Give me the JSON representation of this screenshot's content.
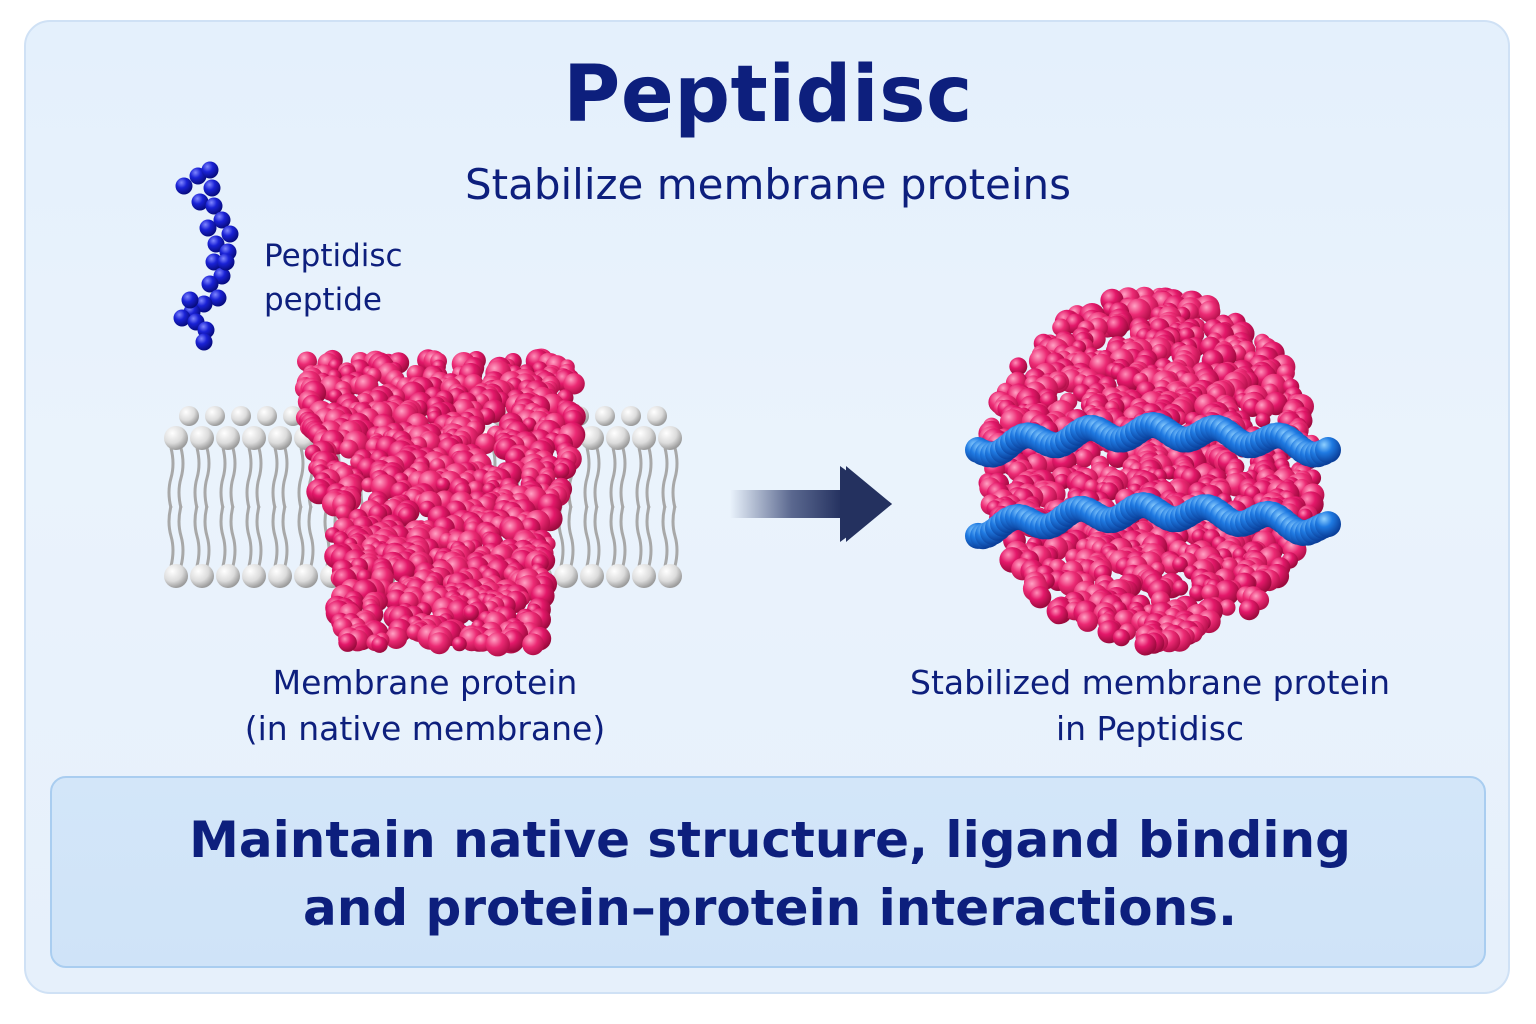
{
  "title": "Peptidisc",
  "subtitle": "Stabilize membrane proteins",
  "peptide_label": {
    "line1": "Peptidisc",
    "line2": "peptide"
  },
  "left_caption": {
    "line1": "Membrane protein",
    "line2": "(in native membrane)"
  },
  "right_caption": {
    "line1": "Stabilized membrane protein",
    "line2": "in Peptidisc"
  },
  "bottom_message": {
    "line1": "Maintain native structure, ligand binding",
    "line2": "and protein–protein interactions."
  },
  "colors": {
    "protein": "#e0195f",
    "peptide": "#1a1fd0",
    "peptidisc_belt": "#1e78e0",
    "lipid_head": "#e6e6e6",
    "text": "#0d1f7d",
    "arrow": "#2b3a6b"
  },
  "icons": [
    "peptide-icon",
    "lipid-bilayer-icon",
    "membrane-protein-icon",
    "arrow-right-icon",
    "peptidisc-complex-icon"
  ]
}
